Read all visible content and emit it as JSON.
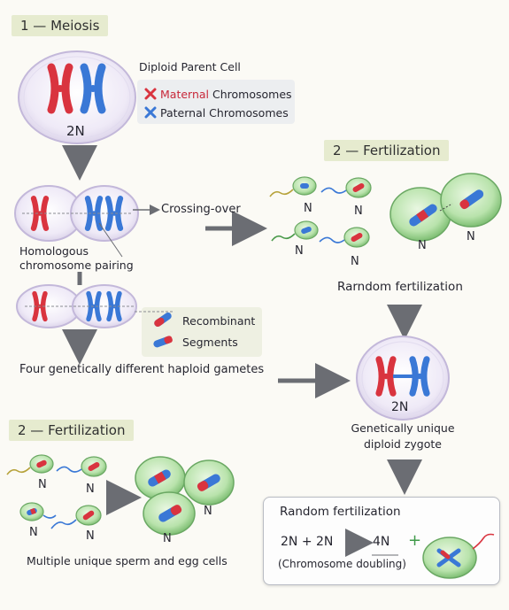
{
  "sections": {
    "meiosis_title": "1 — Meiosis",
    "fertilization_title_right": "2 — Fertilization",
    "fertilization_title_left": "2 — Fertilization"
  },
  "labels": {
    "diploid_parent": "Diploid Parent Cell",
    "maternal_word": "Maternal",
    "chromosomes_word": " Chromosomes",
    "paternal": "Paternal Chromosomes",
    "two_n": "2N",
    "crossing_over": "Crossing-over",
    "homologous_line1": "Homologous",
    "homologous_line2": "chromosome  pairing",
    "recombinant": "Recombinant",
    "segments": "Segments",
    "four_gametes": "Four genetically different haploid gametes",
    "n": "N",
    "rarndom_fertilization": "Rarndom fertilization",
    "zygote_2n": "2N",
    "zygote_line1": "Genetically unique",
    "zygote_line2": "diploid zygote",
    "multiple_cells": "Multiple unique sperm and egg cells",
    "random_fertilization_box": "Random fertilization",
    "equation_left": "2N + 2N",
    "equation_right": "4N",
    "equation_plus": "+",
    "chromosome_doubling": "(Chromosome  doubling)"
  },
  "colors": {
    "maternal": "#d9343f",
    "paternal": "#3a78d6",
    "cell_membrane": "#c9c3dc",
    "gamete_green": "#8fcf85",
    "arrow": "#6b6d73"
  }
}
